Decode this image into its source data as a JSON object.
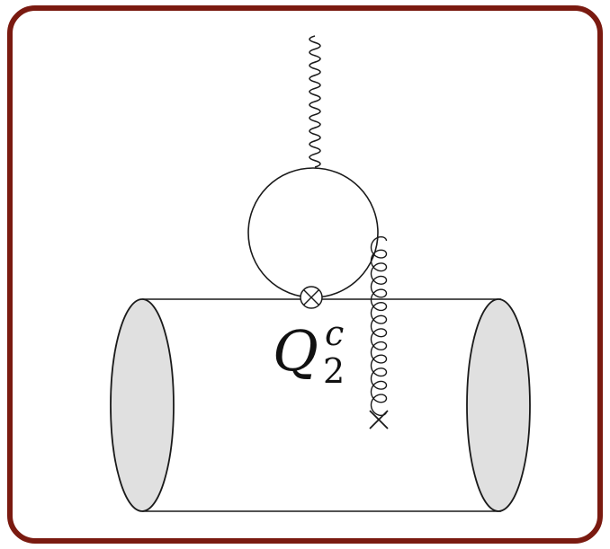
{
  "diagram": {
    "label": {
      "symbol": "Q",
      "superscript": "c",
      "subscript": "2"
    },
    "colors": {
      "frame_border": "#7a1a10",
      "stroke": "#1a1a1a",
      "end_cap_fill": "#e0e0e0",
      "background": "#ffffff"
    },
    "icons": {
      "operator_vertex": "circled-cross-icon",
      "gluon_endpoint": "cross-icon"
    }
  }
}
